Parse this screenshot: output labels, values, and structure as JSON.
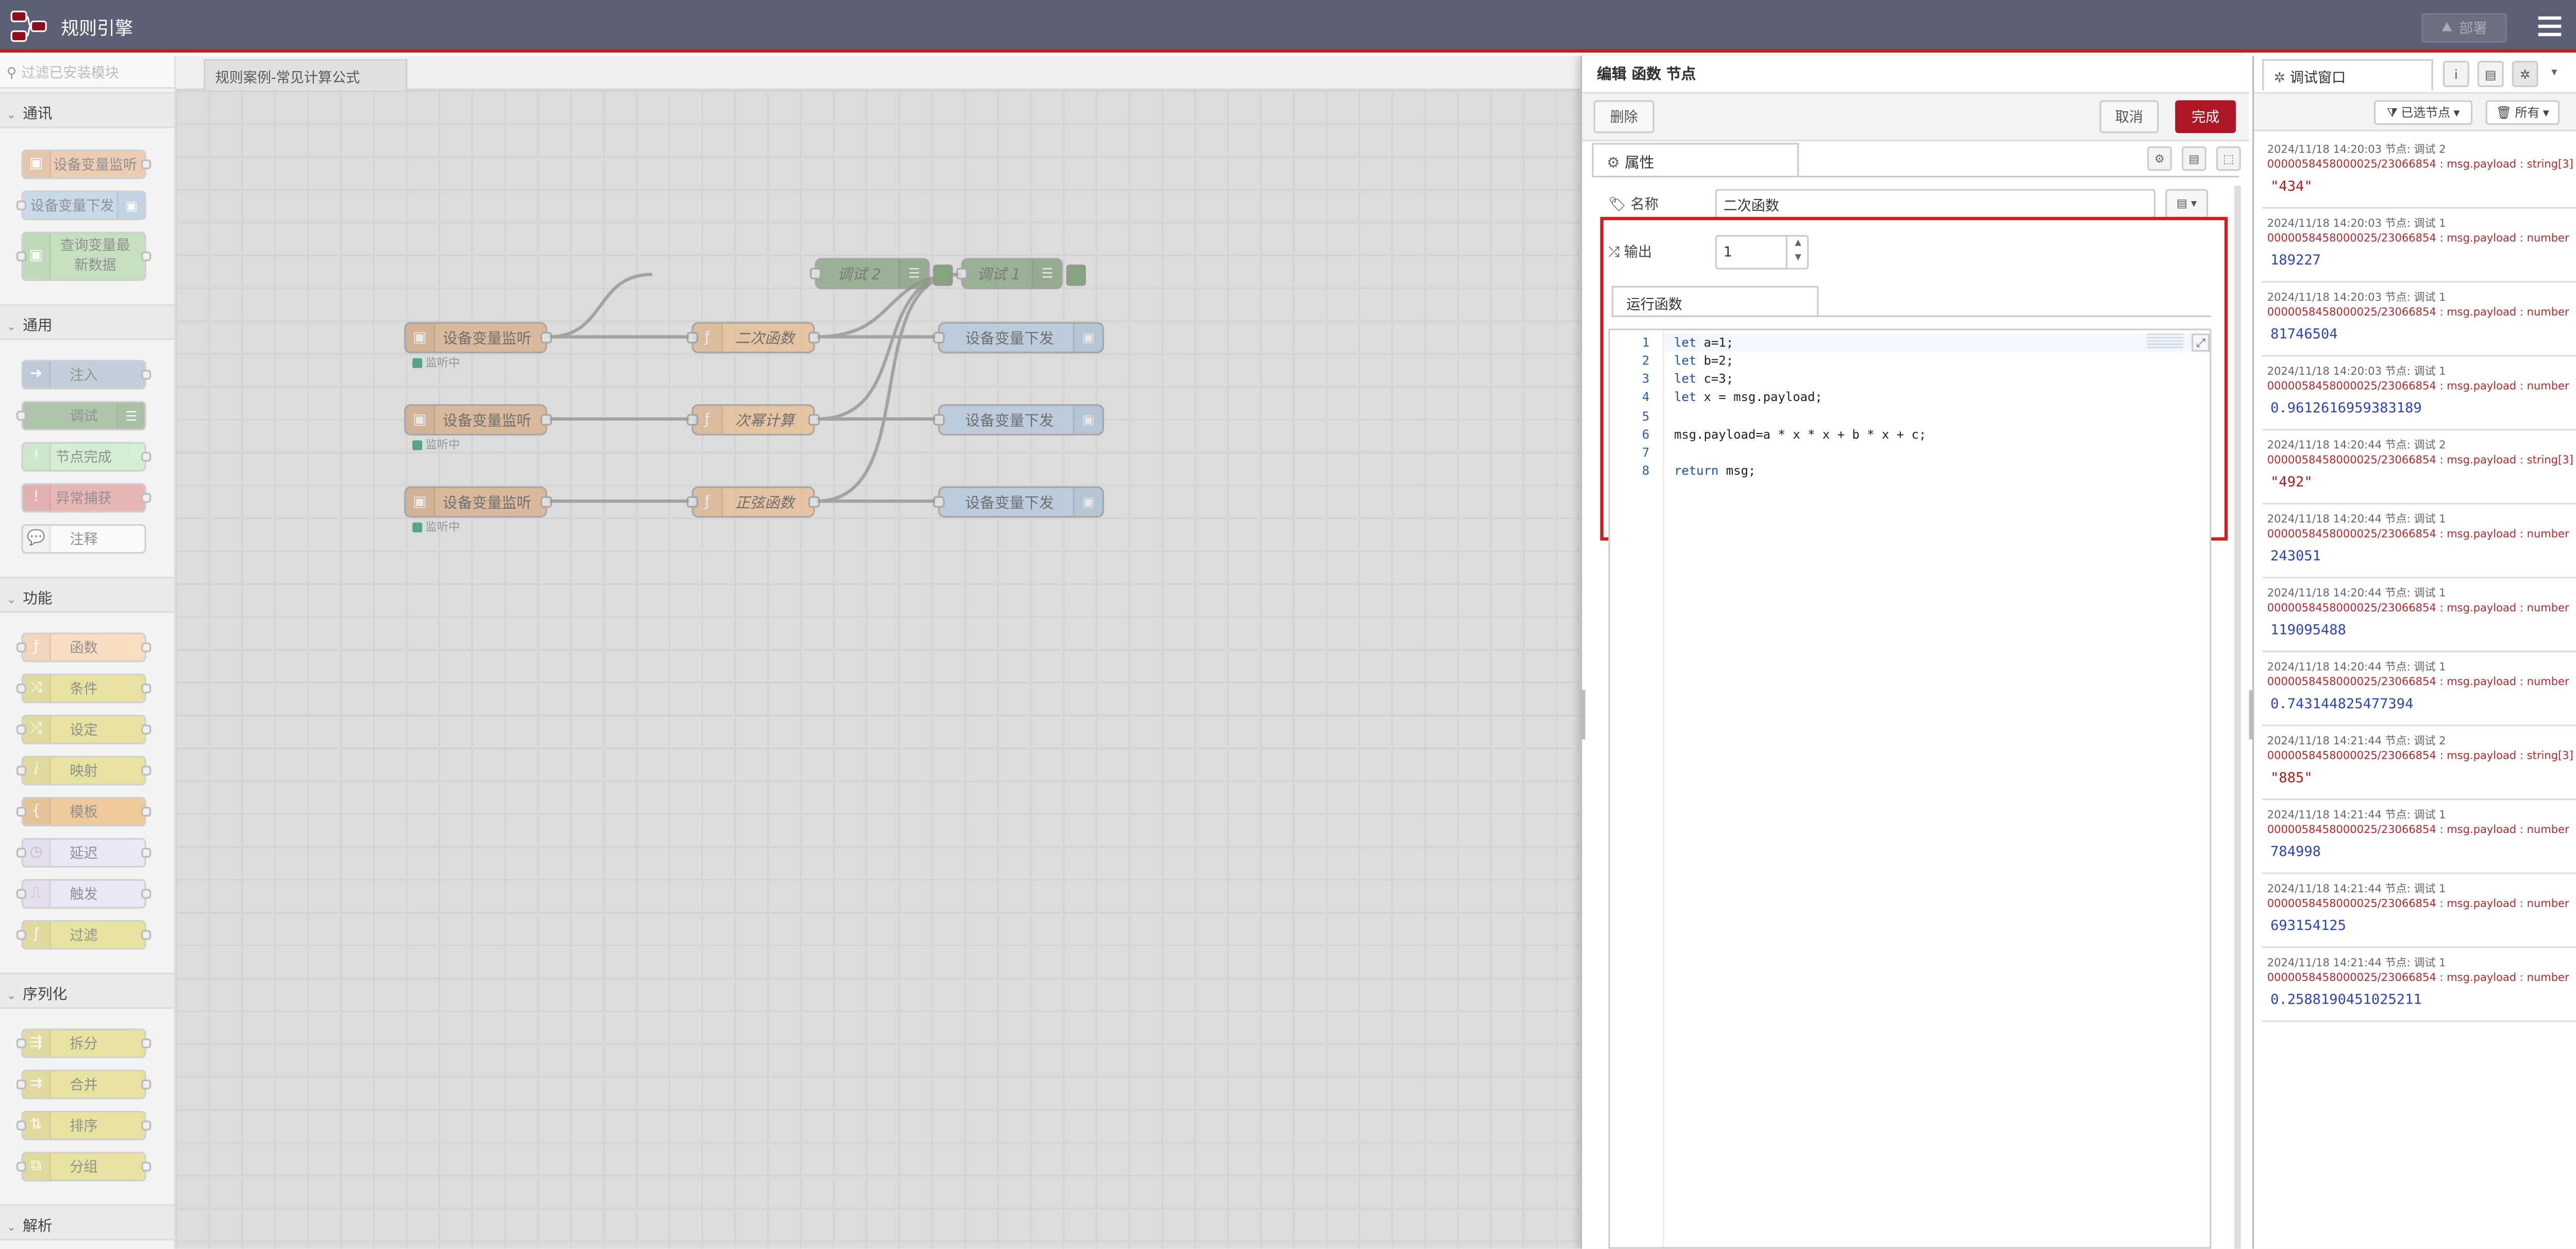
{
  "header": {
    "title": "规则引擎",
    "deploy_label": "部署"
  },
  "palette": {
    "search_placeholder": "过滤已安装模块",
    "categories": [
      {
        "label": "通讯",
        "items": [
          "设备变量监听",
          "设备变量下发",
          "查询变量最新数据"
        ]
      },
      {
        "label": "通用",
        "items": [
          "注入",
          "调试",
          "节点完成",
          "异常捕获",
          "注释"
        ]
      },
      {
        "label": "功能",
        "items": [
          "函数",
          "条件",
          "设定",
          "映射",
          "模板",
          "延迟",
          "触发",
          "过滤"
        ]
      },
      {
        "label": "序列化",
        "items": [
          "拆分",
          "合并",
          "排序",
          "分组"
        ]
      },
      {
        "label": "解析",
        "items": []
      }
    ]
  },
  "workspace": {
    "tab_label": "规则案例-常见计算公式",
    "nodes": {
      "debug2": "调试 2",
      "debug1": "调试 1",
      "listen1": "设备变量监听",
      "listen2": "设备变量监听",
      "listen3": "设备变量监听",
      "func1": "二次函数",
      "func2": "次幂计算",
      "func3": "正弦函数",
      "send1": "设备变量下发",
      "send2": "设备变量下发",
      "send3": "设备变量下发"
    },
    "status_text": "监听中"
  },
  "editor": {
    "title": "编辑 函数 节点",
    "delete_label": "删除",
    "cancel_label": "取消",
    "done_label": "完成",
    "properties_tab": "属性",
    "name_label": "名称",
    "name_value": "二次函数",
    "outputs_label": "输出",
    "outputs_value": "1",
    "code_tab": "运行函数",
    "code": {
      "l1": "let a=1;",
      "l2": "let b=2;",
      "l3": "let c=3;",
      "l4": "let x = msg.payload;",
      "l5": "",
      "l6": "msg.payload=a * x * x + b * x + c;",
      "l7": "",
      "l8": "return msg;"
    }
  },
  "sidebar": {
    "tab_label": "调试窗口",
    "filter_label": "已选节点",
    "clear_label": "所有",
    "messages": [
      {
        "meta": "2024/11/18 14:20:03   节点: 调试 2",
        "path": "0000058458000025/23066854 : msg.payload : string[3]",
        "value": "\"434\"",
        "kind": "str"
      },
      {
        "meta": "2024/11/18 14:20:03   节点: 调试 1",
        "path": "0000058458000025/23066854 : msg.payload : number",
        "value": "189227",
        "kind": "num"
      },
      {
        "meta": "2024/11/18 14:20:03   节点: 调试 1",
        "path": "0000058458000025/23066854 : msg.payload : number",
        "value": "81746504",
        "kind": "num"
      },
      {
        "meta": "2024/11/18 14:20:03   节点: 调试 1",
        "path": "0000058458000025/23066854 : msg.payload : number",
        "value": "0.9612616959383189",
        "kind": "num"
      },
      {
        "meta": "2024/11/18 14:20:44   节点: 调试 2",
        "path": "0000058458000025/23066854 : msg.payload : string[3]",
        "value": "\"492\"",
        "kind": "str"
      },
      {
        "meta": "2024/11/18 14:20:44   节点: 调试 1",
        "path": "0000058458000025/23066854 : msg.payload : number",
        "value": "243051",
        "kind": "num"
      },
      {
        "meta": "2024/11/18 14:20:44   节点: 调试 1",
        "path": "0000058458000025/23066854 : msg.payload : number",
        "value": "119095488",
        "kind": "num"
      },
      {
        "meta": "2024/11/18 14:20:44   节点: 调试 1",
        "path": "0000058458000025/23066854 : msg.payload : number",
        "value": "0.743144825477394",
        "kind": "num"
      },
      {
        "meta": "2024/11/18 14:21:44   节点: 调试 2",
        "path": "0000058458000025/23066854 : msg.payload : string[3]",
        "value": "\"885\"",
        "kind": "str"
      },
      {
        "meta": "2024/11/18 14:21:44   节点: 调试 1",
        "path": "0000058458000025/23066854 : msg.payload : number",
        "value": "784998",
        "kind": "num"
      },
      {
        "meta": "2024/11/18 14:21:44   节点: 调试 1",
        "path": "0000058458000025/23066854 : msg.payload : number",
        "value": "693154125",
        "kind": "num"
      },
      {
        "meta": "2024/11/18 14:21:44   节点: 调试 1",
        "path": "0000058458000025/23066854 : msg.payload : number",
        "value": "0.2588190451025211",
        "kind": "num"
      }
    ]
  }
}
